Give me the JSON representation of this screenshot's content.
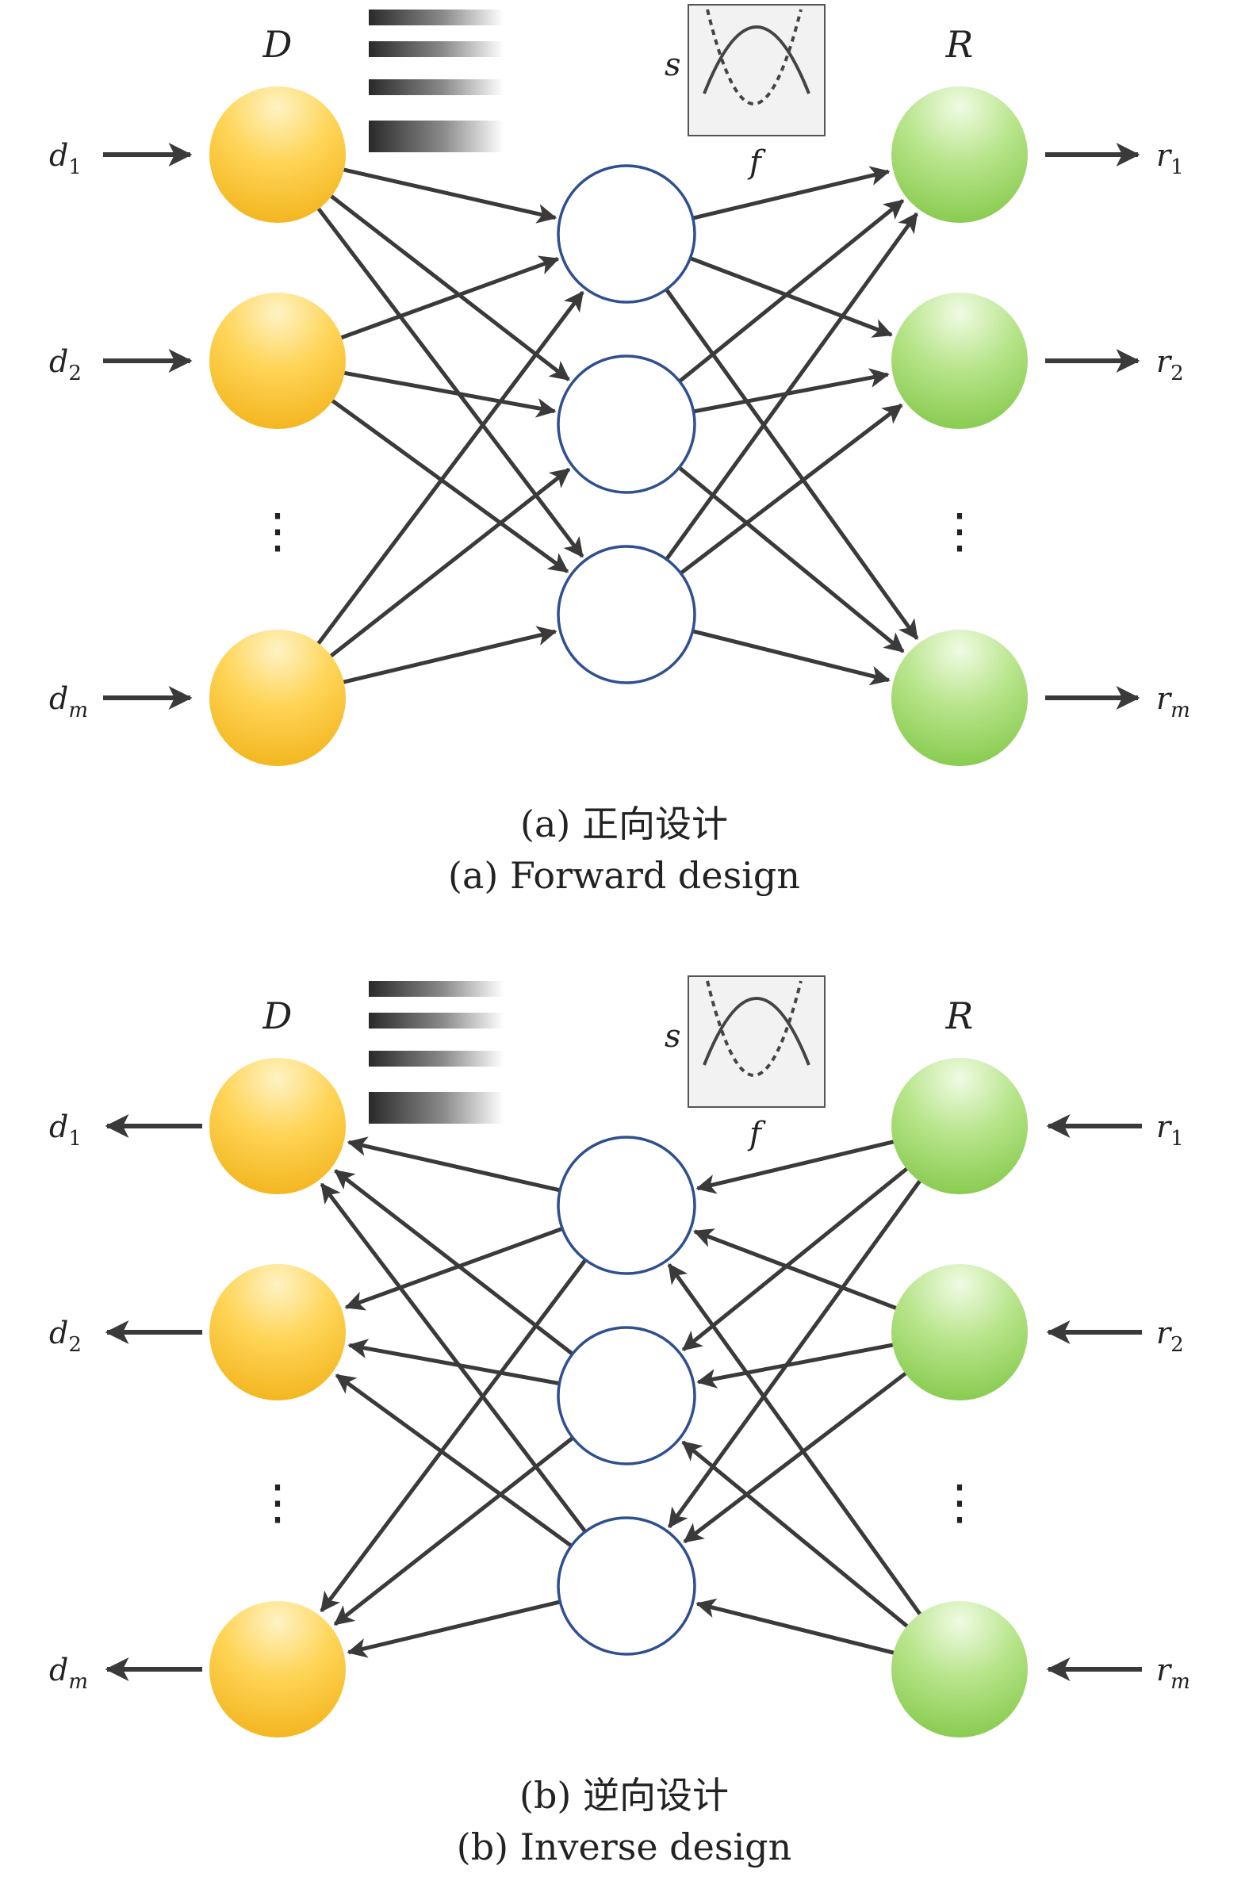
{
  "panels": [
    {
      "id": "forward",
      "direction": "forward",
      "input_layer_label": "D",
      "output_layer_label": "R",
      "input_labels": [
        {
          "base": "d",
          "sub": "1"
        },
        {
          "base": "d",
          "sub": "2"
        },
        {
          "base": "d",
          "sub": "m"
        }
      ],
      "output_labels": [
        {
          "base": "r",
          "sub": "1"
        },
        {
          "base": "r",
          "sub": "2"
        },
        {
          "base": "r",
          "sub": "m"
        }
      ],
      "ellipsis": "⋮",
      "inset_s": "s",
      "inset_f": "f",
      "caption_cn": "(a) 正向设计",
      "caption_en": "(a) Forward design"
    },
    {
      "id": "inverse",
      "direction": "inverse",
      "input_layer_label": "D",
      "output_layer_label": "R",
      "input_labels": [
        {
          "base": "d",
          "sub": "1"
        },
        {
          "base": "d",
          "sub": "2"
        },
        {
          "base": "d",
          "sub": "m"
        }
      ],
      "output_labels": [
        {
          "base": "r",
          "sub": "1"
        },
        {
          "base": "r",
          "sub": "2"
        },
        {
          "base": "r",
          "sub": "m"
        }
      ],
      "ellipsis": "⋮",
      "inset_s": "s",
      "inset_f": "f",
      "caption_cn": "(b) 逆向设计",
      "caption_en": "(b) Inverse design"
    }
  ],
  "colors": {
    "input_node": "#f7be2c",
    "output_node": "#92d052",
    "hidden_node_stroke": "#2f4f8f",
    "arrow": "#3a3a3a"
  }
}
